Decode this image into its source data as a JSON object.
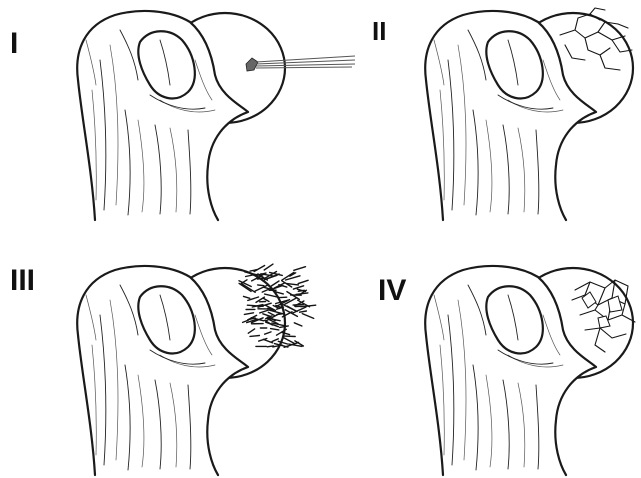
{
  "panels": [
    {
      "label": "I",
      "lesion": "puncture"
    },
    {
      "label": "II",
      "lesion": "fissuring"
    },
    {
      "label": "III",
      "lesion": "fibrillation"
    },
    {
      "label": "IV",
      "lesion": "fragmentation"
    }
  ]
}
